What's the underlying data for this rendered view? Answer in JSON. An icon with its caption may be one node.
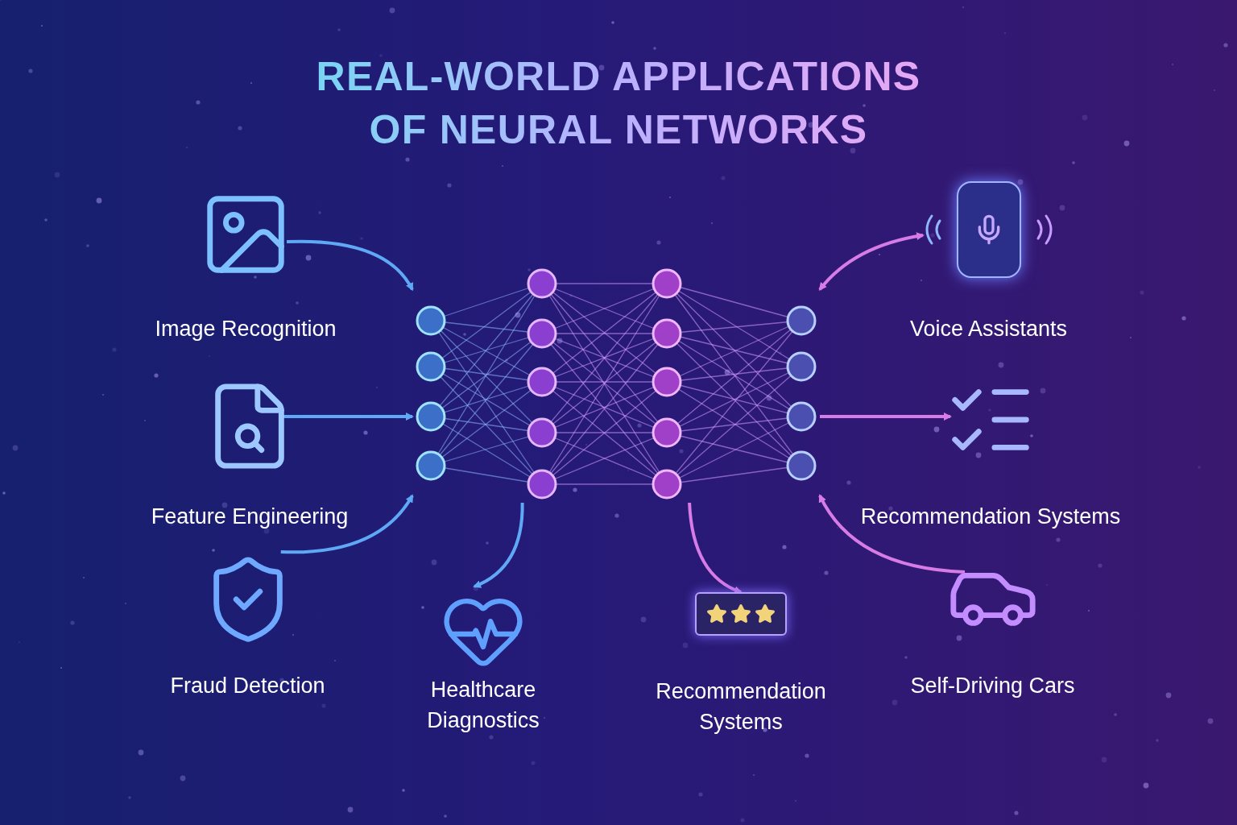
{
  "diagram": {
    "title": "REAL-WORLD APPLICATIONS OF NEURAL NETWORKS",
    "nodes": [
      {
        "text": [
          "Image Recognition"
        ]
      },
      {
        "text": [],
        "shape": "picture"
      },
      {
        "text": [
          "Voice Assistants"
        ]
      },
      {
        "text": [
          "Feature Engineering"
        ]
      },
      {
        "text": [
          "Recommendation Systems"
        ]
      },
      {
        "text": [
          "Fraud Detection"
        ]
      },
      {
        "text": [
          "Healthcare Diagnostics"
        ]
      },
      {
        "text": [
          "Recommendation Systems"
        ]
      },
      {
        "text": [
          "Self-Driving Cars"
        ]
      }
    ],
    "edges": [
      {
        "from": 0,
        "to": 1,
        "arrow": "to"
      },
      {
        "from": 3,
        "to": 1,
        "arrow": "to"
      },
      {
        "from": 5,
        "to": 1,
        "arrow": "to"
      },
      {
        "from": 1,
        "to": 6,
        "arrow": "to"
      },
      {
        "from": 1,
        "to": 7,
        "arrow": "to",
        "color": "#d77be6"
      },
      {
        "from": 8,
        "to": 1,
        "arrow": "to",
        "color": "#d77be6"
      },
      {
        "from": 1,
        "to": 4,
        "arrow": "to",
        "color": "#d77be6"
      },
      {
        "from": 1,
        "to": 2,
        "arrow": "both",
        "color": "#d77be6"
      }
    ]
  }
}
